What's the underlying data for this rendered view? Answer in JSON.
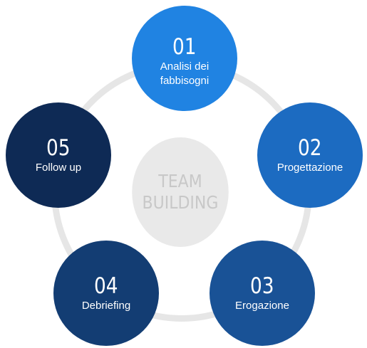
{
  "center": {
    "line1": "TEAM",
    "line2": "BUILDING",
    "color": "#e9e9e9"
  },
  "steps": [
    {
      "number": "01",
      "label": "Analisi dei\nfabbisogni",
      "color": "#2083e2"
    },
    {
      "number": "02",
      "label": "Progettazione",
      "color": "#1c6bc1"
    },
    {
      "number": "03",
      "label": "Erogazione",
      "color": "#195296"
    },
    {
      "number": "04",
      "label": "Debriefing",
      "color": "#133d73"
    },
    {
      "number": "05",
      "label": "Follow up",
      "color": "#0e2a55"
    }
  ],
  "ring_color": "#e6e6e6"
}
